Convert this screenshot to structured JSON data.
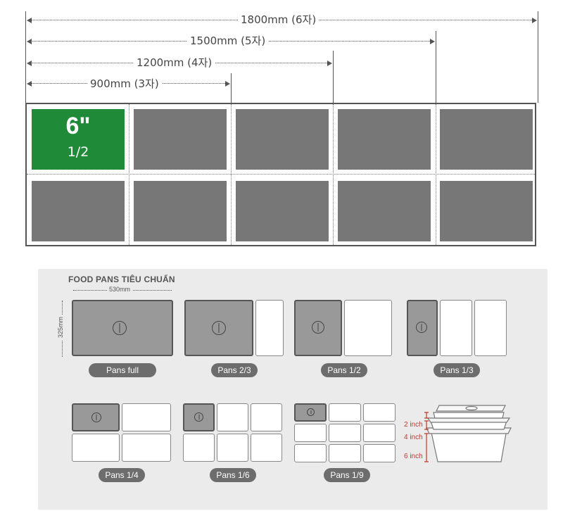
{
  "widths": [
    "1800mm (6자)",
    "1500mm (5자)",
    "1200mm (4자)",
    "900mm (3자)"
  ],
  "grid": {
    "rows": 2,
    "columns": 5,
    "highlight": {
      "depth": "6\"",
      "size": "1/2",
      "color": "#1f8b38"
    },
    "pan_color": "#777777"
  },
  "standard": {
    "title": "FOOD PANS TIÊU CHUẨN",
    "width_label": "530mm",
    "height_label": "325mm",
    "pans": [
      "Pans full",
      "Pans 2/3",
      "Pans 1/2",
      "Pans 1/3",
      "Pans 1/4",
      "Pans 1/6",
      "Pans 1/9"
    ],
    "depths": [
      "2 inch",
      "4 inch",
      "6 inch"
    ],
    "depth_color": "#c0392b"
  }
}
